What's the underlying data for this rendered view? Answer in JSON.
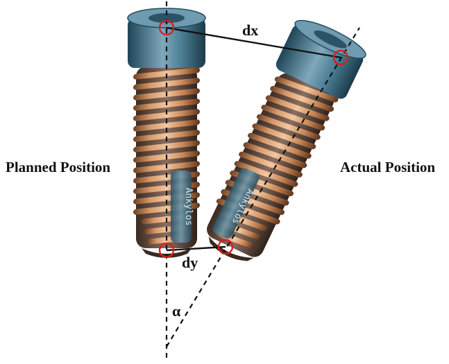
{
  "labels": {
    "planned": "Planned Position",
    "actual": "Actual Position",
    "dx": "dx",
    "dy": "dy",
    "angle": "α"
  },
  "implants": {
    "planned": {
      "name": "Planned Position",
      "engraving": "Ankylos"
    },
    "actual": {
      "name": "Actual Position",
      "engraving": "Ankylos"
    }
  },
  "colors": {
    "thread": "#c98a5a",
    "thread_dark": "#7a4a2a",
    "collar": "#3f6f86",
    "collar_light": "#8fb6c8",
    "marker": "#d61f1f",
    "line": "#111111"
  },
  "icons": [
    "reference-point-marker"
  ]
}
